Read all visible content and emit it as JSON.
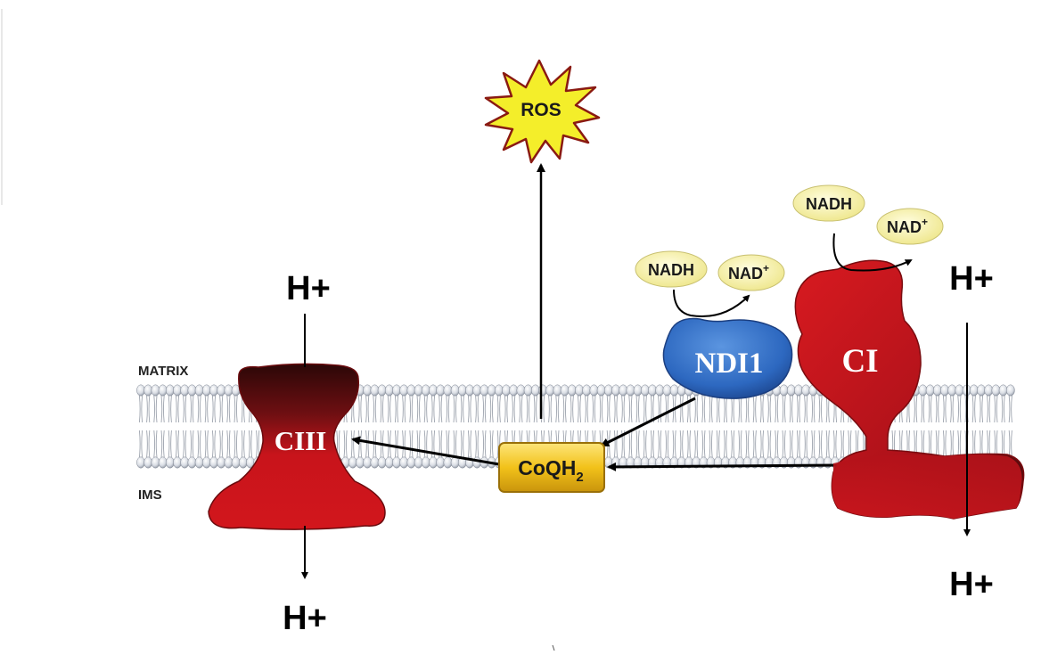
{
  "regions": {
    "matrix": "MATRIX",
    "ims": "IMS"
  },
  "complexes": {
    "ciii": {
      "label": "CIII"
    },
    "ci": {
      "label": "CI"
    },
    "ndi1": {
      "label": "NDI1"
    }
  },
  "coq": {
    "label": "CoQH",
    "subscript": "2"
  },
  "ros": {
    "label": "ROS"
  },
  "cofactors": {
    "ndi1_substrate": "NADH",
    "ndi1_product": "NAD",
    "ci_substrate": "NADH",
    "ci_product": "NAD",
    "product_charge": "+"
  },
  "protons": {
    "ciii_in": "H+",
    "ciii_out": "H+",
    "ci_in": "H+",
    "ci_out": "H+"
  },
  "colors": {
    "complex_red": "#c8141b",
    "complex_dark": "#3a0a0a",
    "ndi1_blue": "#2f6cc4",
    "coq_yellow": "#f2c21a",
    "ros_yellow": "#f4ee2a",
    "cofactor_fill": "#f6f1a6",
    "lipid_head": "#d9dde4"
  }
}
